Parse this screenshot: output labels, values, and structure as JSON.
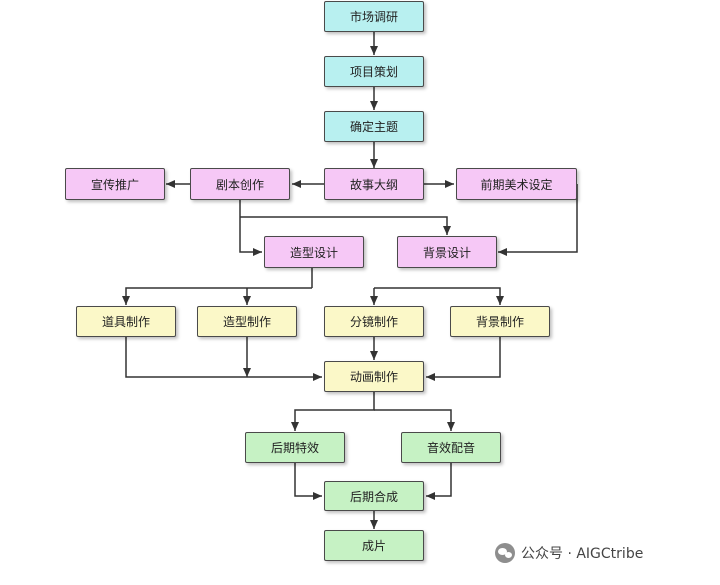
{
  "nodes": {
    "market_research": "市场调研",
    "project_planning": "项目策划",
    "define_theme": "确定主题",
    "promotion": "宣传推广",
    "script_writing": "剧本创作",
    "story_outline": "故事大纲",
    "art_concept": "前期美术设定",
    "character_design": "造型设计",
    "background_design": "背景设计",
    "prop_making": "道具制作",
    "model_making": "造型制作",
    "storyboard_making": "分镜制作",
    "background_making": "背景制作",
    "animation": "动画制作",
    "vfx": "后期特效",
    "sound": "音效配音",
    "compositing": "后期合成",
    "final_film": "成片"
  },
  "watermark": {
    "text": "公众号 · AIGCtribe"
  },
  "colors": {
    "planning": "#b8f0f0",
    "design": "#f6c8f6",
    "production": "#fbf8c8",
    "post": "#c6f2c4",
    "line": "#333333"
  }
}
